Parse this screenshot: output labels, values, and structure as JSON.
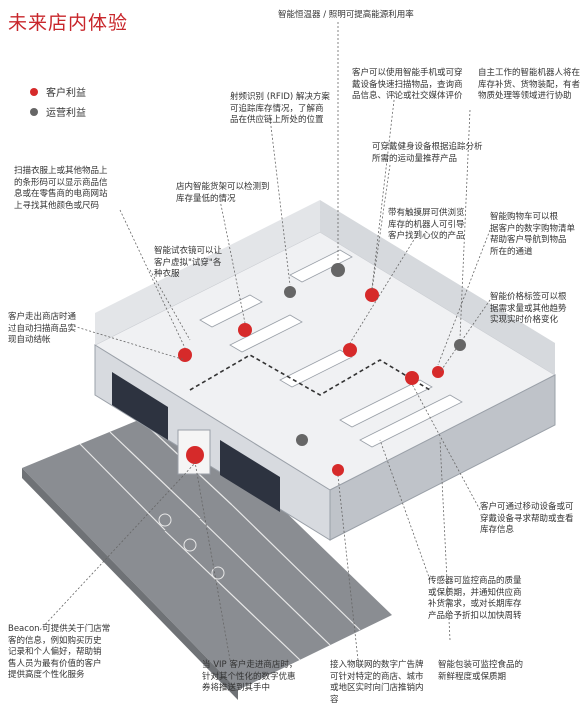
{
  "title": "未来店内体验",
  "legend": {
    "customer_label": "客户利益",
    "operator_label": "运营利益",
    "customer_color": "#d62a2a",
    "operator_color": "#666666"
  },
  "annotations": {
    "top_temp": "智能恒温器 / 照明可提高能源利用率",
    "rfid": "射频识别 (RFID) 解决方案\n可追踪库存情况，了解商\n品在供应链上所处的位置",
    "mobile": "客户可以使用智能手机或可穿\n戴设备快速扫描物品，查询商\n品信息、评论或社交媒体评价",
    "robot": "自主工作的智能机器人将在\n库存补货、货物装配，有者\n物质处理等领域进行协助",
    "scan_tag": "扫描衣服上或其他物品上\n的条形码可以显示商品信\n息或在零售商的电商网站\n上寻找其他颜色或尺码",
    "smart_shelf": "店内智能货架可以检测到\n库存量低的情况",
    "wearable": "可穿戴健身设备根据追踪分析\n所需的运动量推荐产品",
    "touch_robot": "带有触摸屏可供浏览\n库存的机器人可引导\n客户找到心仪的产品",
    "smart_cart": "智能购物车可以根\n据客户的数字购物清单\n帮助客户导航到物品\n所在的通道",
    "fitting": "智能试衣镜可以让\n客户虚拟\"试穿\"各\n种衣服",
    "price_tag": "智能价格标签可以根\n据需求量或其他趋势\n实现实时价格变化",
    "checkout": "客户走出商店时通\n过自动扫描商品实\n现自动结帐",
    "mobile_help": "客户可通过移动设备或可\n穿戴设备寻求帮助或查看\n库存信息",
    "sensor": "传感器可监控商品的质量\n或保质期，并通知供应商\n补货需求，或对长期库存\n产品给予折扣以加快周转",
    "beacon": "Beacon 可提供关于门店常\n客的信息，例如购买历史\n记录和个人偏好，帮助销\n售人员为最有价值的客户\n提供高度个性化服务",
    "vip": "当 VIP 客户走进商店时，\n针对其个性化的数字优惠\n券将推送到其手中",
    "iot_ads": "接入物联网的数字广告牌\n可针对特定的商店、城市\n或地区实时向门店推销内\n容",
    "packaging": "智能包装可监控食品的\n新鲜程度或保质期"
  }
}
